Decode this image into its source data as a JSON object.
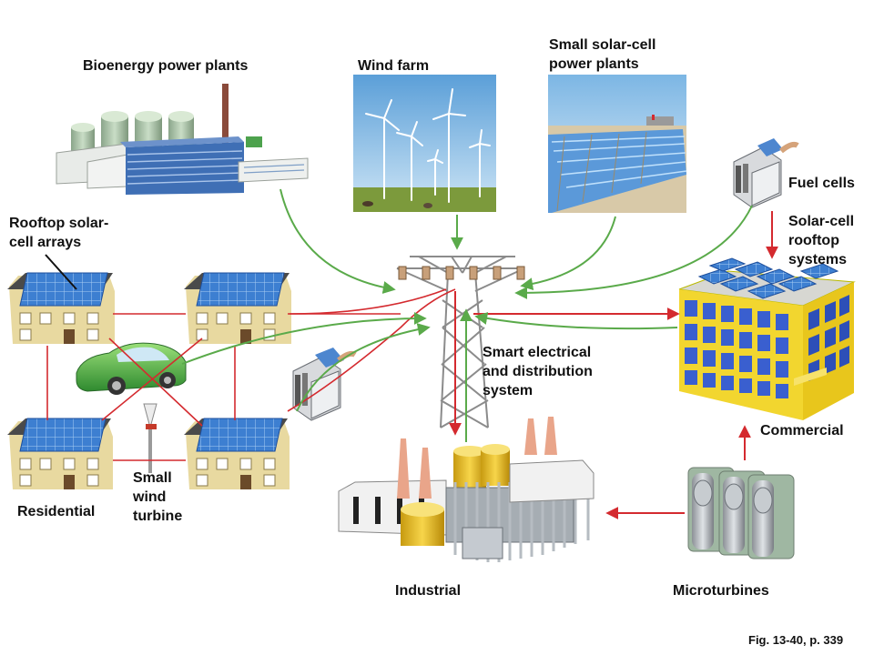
{
  "labels": {
    "bioenergy": "Bioenergy power plants",
    "wind_farm": "Wind farm",
    "small_solar": "Small solar-cell\npower plants",
    "fuel_cells": "Fuel cells",
    "rooftop_solar_cell": "Solar-cell\nrooftop\nsystems",
    "rooftop_arrays": "Rooftop solar-\ncell arrays",
    "smart_grid": "Smart electrical\nand distribution\nsystem",
    "commercial": "Commercial",
    "residential": "Residential",
    "small_wind": "Small\nwind\nturbine",
    "industrial": "Industrial",
    "microturbines": "Microturbines"
  },
  "caption": "Fig. 13-40, p. 339",
  "colors": {
    "consumption_arrow": "#d42a2f",
    "supply_arrow": "#5aaa4a",
    "solar_panel": "#1e4f9c",
    "house_wall": "#e8d9a0",
    "building_glass": "#3a5fcf",
    "building_frame": "#f2d62f"
  }
}
